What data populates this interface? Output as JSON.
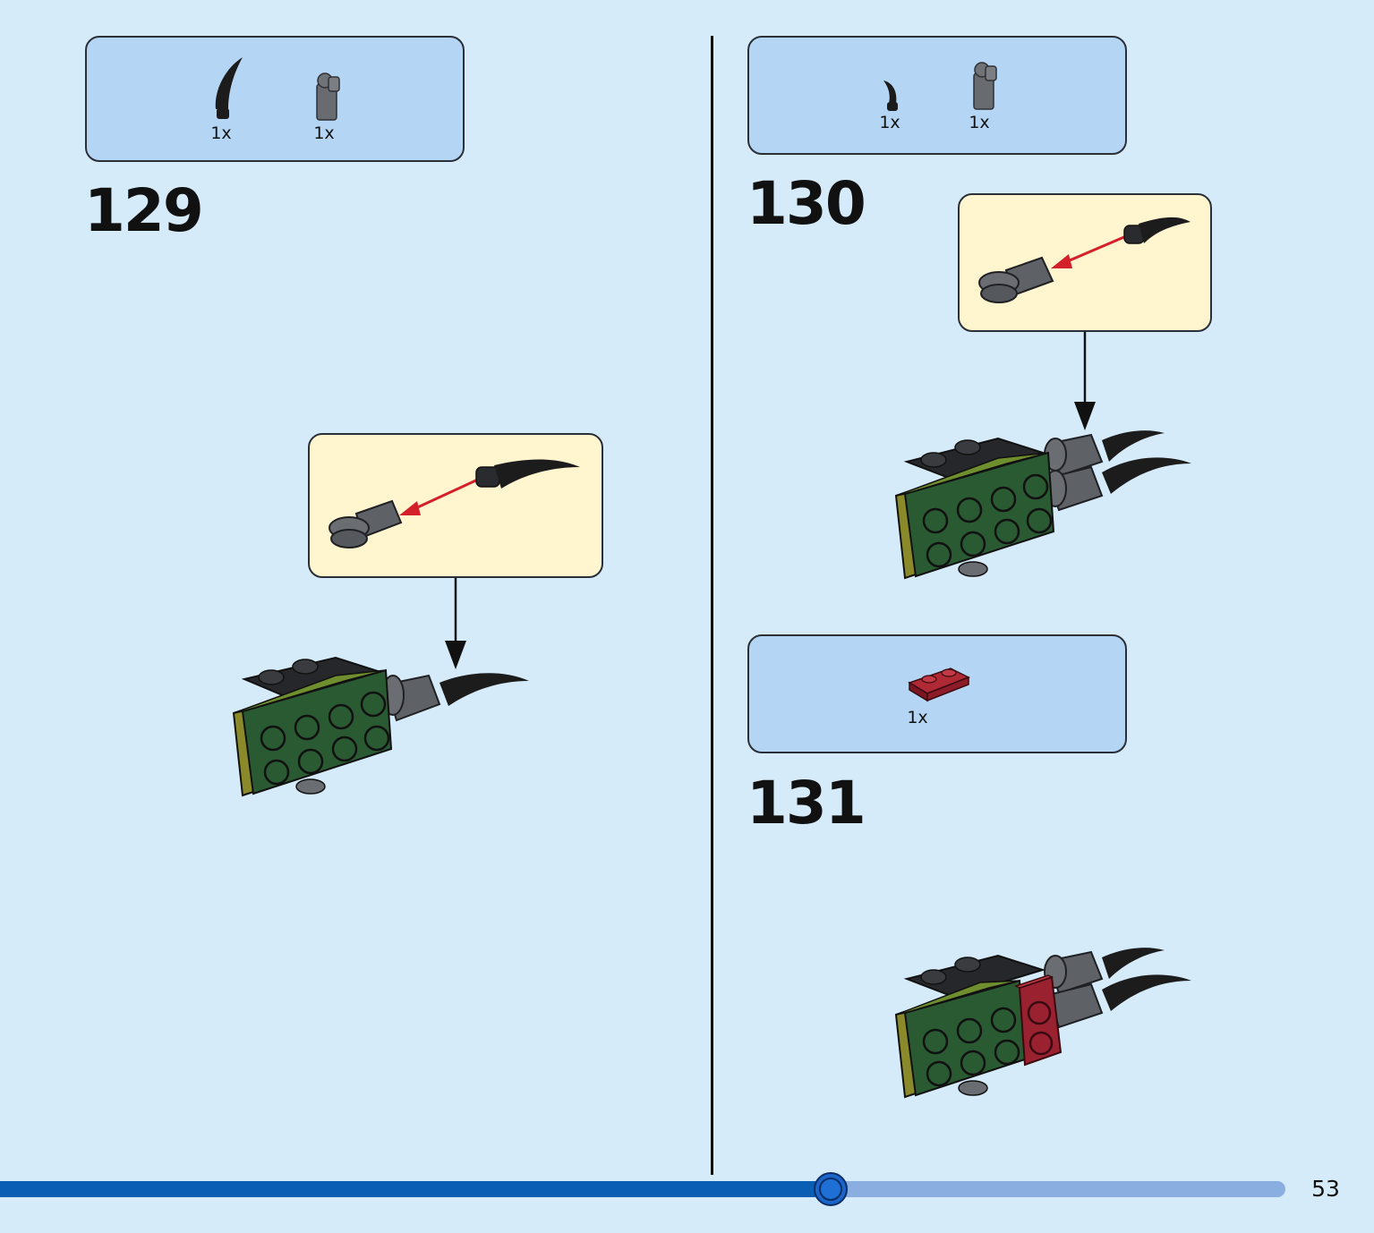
{
  "page": {
    "number": "53"
  },
  "progress": {
    "fraction": 0.646
  },
  "colors": {
    "background": "#d6ebfa",
    "parts_box": "#b4d6f4",
    "callout": "#fff6cf",
    "progress_fill": "#0a5fb4",
    "progress_track": "#8aaee0",
    "brick_green": "#2a5a32",
    "brick_olive": "#8a8a2a",
    "dark_gray": "#5c5f63",
    "black": "#1c1c1c",
    "dark_red": "#9a2230",
    "arrow_red": "#d4202a"
  },
  "steps": [
    {
      "number": "129",
      "parts": [
        {
          "icon": "horn-part-icon",
          "qty": "1x"
        },
        {
          "icon": "clip-part-icon",
          "qty": "1x"
        }
      ]
    },
    {
      "number": "130",
      "parts": [
        {
          "icon": "small-claw-part-icon",
          "qty": "1x"
        },
        {
          "icon": "clip-part-icon",
          "qty": "1x"
        }
      ]
    },
    {
      "number": "131",
      "parts": [
        {
          "icon": "red-plate-part-icon",
          "qty": "1x"
        }
      ]
    }
  ]
}
